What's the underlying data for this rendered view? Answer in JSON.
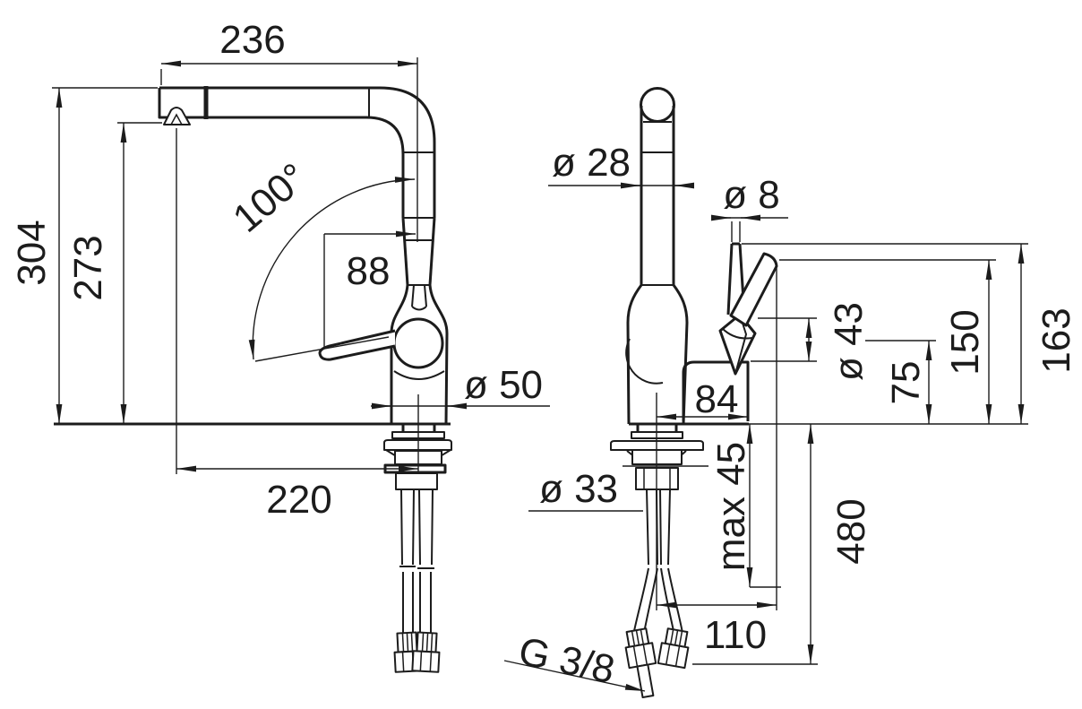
{
  "colors": {
    "ink": "#1c1c1c",
    "paper": "#ffffff"
  },
  "views": {
    "side": {
      "labels": {
        "spout_reach_top": "236",
        "height_total": "304",
        "height_spout": "273",
        "swivel_angle": "100°",
        "lever_length": "88",
        "body_diameter": "ø 50",
        "spout_reach_aerator": "220"
      }
    },
    "front": {
      "labels": {
        "column_diameter": "ø 28",
        "lever_rod_diameter": "ø 8",
        "hub_diameter": "ø 43",
        "hub_height": "75",
        "lever_tip_height": "150",
        "handle_top_height": "163",
        "handle_offset": "84",
        "max_deck_thickness": "max 45",
        "hole_diameter": "ø 33",
        "hose_depth": "480",
        "lever_reach": "110",
        "thread": "G 3/8"
      }
    }
  }
}
